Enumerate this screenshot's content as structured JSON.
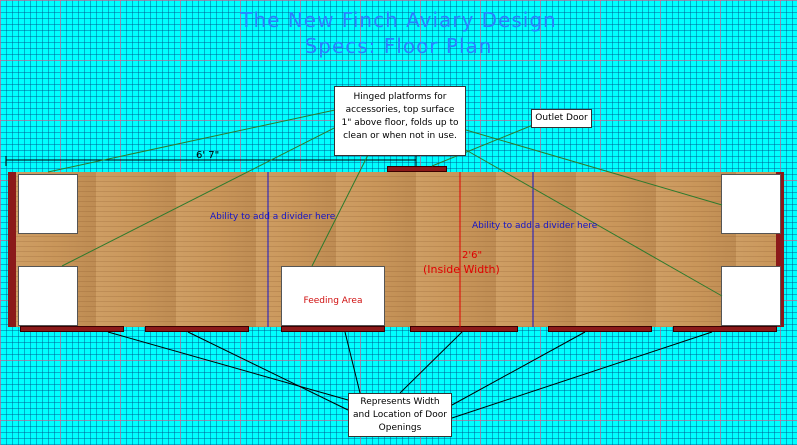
{
  "title": {
    "line1": "The New Finch Aviary Design",
    "line2": "Specs: Floor Plan"
  },
  "callouts": {
    "platforms": "Hinged platforms for accessories, top surface 1\" above floor, folds up to clean or when not in use.",
    "outlet_door": "Outlet Door",
    "door_openings": "Represents Width and Location of Door Openings"
  },
  "dimensions": {
    "length": "6' 7\"",
    "inside_width": "2'6\"",
    "inside_width_label": "(Inside Width)"
  },
  "labels": {
    "divider_left": "Ability to add a divider here",
    "divider_right": "Ability to add a divider here",
    "feeding_area": "Feeding Area"
  },
  "colors": {
    "background": "#00ffff",
    "title": "#2a7fff",
    "floor": "#c9965a",
    "frame": "#8b1a1a",
    "divider": "#1414c8",
    "dimension": "#e00000",
    "leader": "#2d7a2d"
  }
}
